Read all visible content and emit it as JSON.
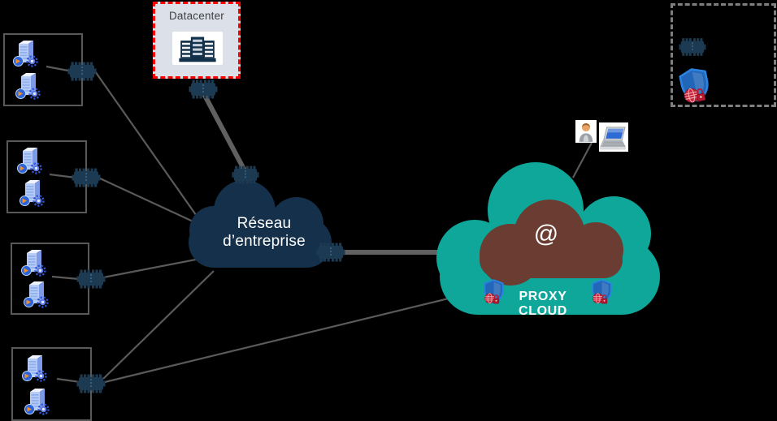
{
  "colors": {
    "background": "#000000",
    "teal-cloud": "#0EA79A",
    "brown-cloud": "#6B3C32",
    "navy-cloud": "#15304A",
    "connector-navy": "#1C3A52",
    "line-gray": "#5A5A5A",
    "thick-line-gray": "#606060",
    "box-border-gray": "#595959",
    "legend-border-gray": "#7F7F7F",
    "datacenter-fill": "#DCE1E9",
    "datacenter-border-red": "#FF0000",
    "label-white": "#FFFFFF",
    "shield-blue": "#2A83E0",
    "shield-red": "#C9293C"
  },
  "datacenter": {
    "label": "Datacenter",
    "icon": "server-rack-building-icon",
    "connector_icon": "network-switch-icon"
  },
  "enterprise_cloud": {
    "label": "Réseau d’entreprise",
    "top_connector_icon": "network-switch-icon",
    "right_connector_icon": "network-switch-icon"
  },
  "proxy_cloud": {
    "at_symbol": "@",
    "label": "PROXY CLOUD",
    "left_icon": "web-security-shield-icon",
    "right_icon": "web-security-shield-icon"
  },
  "remote_user": {
    "icons": [
      "user-icon",
      "laptop-icon"
    ]
  },
  "sites": [
    {
      "name": "site-1",
      "icons": [
        "application-server-icon",
        "application-server-icon"
      ],
      "connector": "network-switch-icon"
    },
    {
      "name": "site-2",
      "icons": [
        "application-server-icon",
        "application-server-icon"
      ],
      "connector": "network-switch-icon"
    },
    {
      "name": "site-3",
      "icons": [
        "application-server-icon",
        "application-server-icon"
      ],
      "connector": "network-switch-icon"
    },
    {
      "name": "site-4",
      "icons": [
        "application-server-icon",
        "application-server-icon"
      ],
      "connector": "network-switch-icon"
    }
  ],
  "legend": {
    "items": [
      {
        "icon": "network-switch-icon"
      },
      {
        "icon": "web-security-shield-icon"
      }
    ]
  }
}
